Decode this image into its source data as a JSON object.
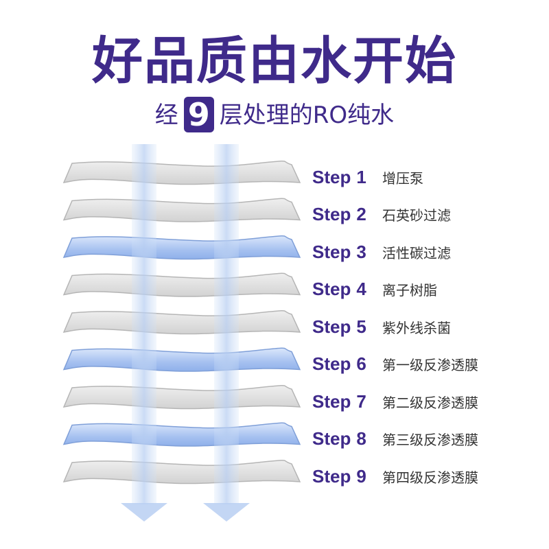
{
  "colors": {
    "purple": "#3f2a8a",
    "gray_layer": "#e3e3e3",
    "blue_layer": "#a9c4f1",
    "stream": "#c4d7f4"
  },
  "header": {
    "title": "好品质由水开始",
    "subtitle_prefix": "经",
    "subtitle_number": "9",
    "subtitle_suffix": "层处理的RO纯水"
  },
  "steps": [
    {
      "label": "Step",
      "number": "1",
      "desc": "增压泵",
      "layer": "gray"
    },
    {
      "label": "Step",
      "number": "2",
      "desc": "石英砂过滤",
      "layer": "gray"
    },
    {
      "label": "Step",
      "number": "3",
      "desc": "活性碳过滤",
      "layer": "blue"
    },
    {
      "label": "Step",
      "number": "4",
      "desc": "离子树脂",
      "layer": "gray"
    },
    {
      "label": "Step",
      "number": "5",
      "desc": "紫外线杀菌",
      "layer": "gray"
    },
    {
      "label": "Step",
      "number": "6",
      "desc": "第一级反渗透膜",
      "layer": "blue"
    },
    {
      "label": "Step",
      "number": "7",
      "desc": "第二级反渗透膜",
      "layer": "gray"
    },
    {
      "label": "Step",
      "number": "8",
      "desc": "第三级反渗透膜",
      "layer": "blue"
    },
    {
      "label": "Step",
      "number": "9",
      "desc": "第四级反渗透膜",
      "layer": "gray"
    }
  ],
  "icons": {
    "flow_arrow": "down-arrow-icon"
  }
}
